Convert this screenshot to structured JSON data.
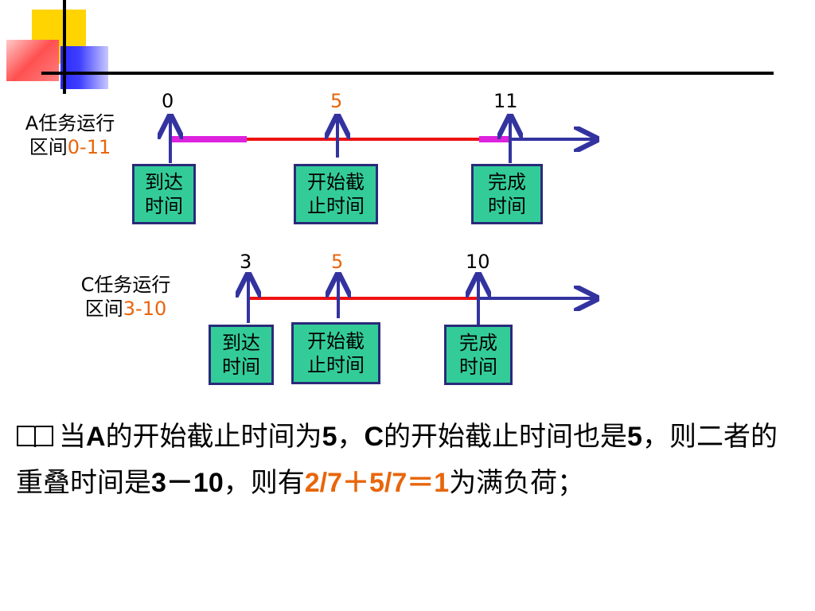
{
  "timelineA": {
    "label_prefix": "A任务运行",
    "label_line2_prefix": "区间",
    "label_range": "0-11",
    "ticks": [
      {
        "text": "0",
        "highlight": false
      },
      {
        "text": "5",
        "highlight": true
      },
      {
        "text": "11",
        "highlight": false
      }
    ],
    "boxes": [
      {
        "line1": "到达",
        "line2": "时间"
      },
      {
        "line1": "开始截",
        "line2": "止时间"
      },
      {
        "line1": "完成",
        "line2": "时间"
      }
    ]
  },
  "timelineC": {
    "label_prefix": "C任务运行",
    "label_line2_prefix": "区间",
    "label_range": "3-10",
    "ticks": [
      {
        "text": "3",
        "highlight": false
      },
      {
        "text": "5",
        "highlight": true
      },
      {
        "text": "10",
        "highlight": false
      }
    ],
    "boxes": [
      {
        "line1": "到达",
        "line2": "时间"
      },
      {
        "line1": "开始截",
        "line2": "止时间"
      },
      {
        "line1": "完成",
        "line2": "时间"
      }
    ]
  },
  "paragraph": {
    "bullet_icon": "book-icon",
    "s1": "当",
    "s2": "A",
    "s3": "的开始截止时间为",
    "s4": "5",
    "s5": "，",
    "s6": "C",
    "s7": "的开始截止时间也是",
    "s8": "5",
    "s9": "，则二者的重叠时间是",
    "s10": "3－10",
    "s11": "，则有",
    "s12": "2/7＋5/7＝1",
    "s13": "为满负荷；"
  },
  "colors": {
    "axis": "#3333a0",
    "run": "#ee1111",
    "magenta": "#dd22dd",
    "box_fill": "#33cc99",
    "highlight": "#e8650a"
  }
}
